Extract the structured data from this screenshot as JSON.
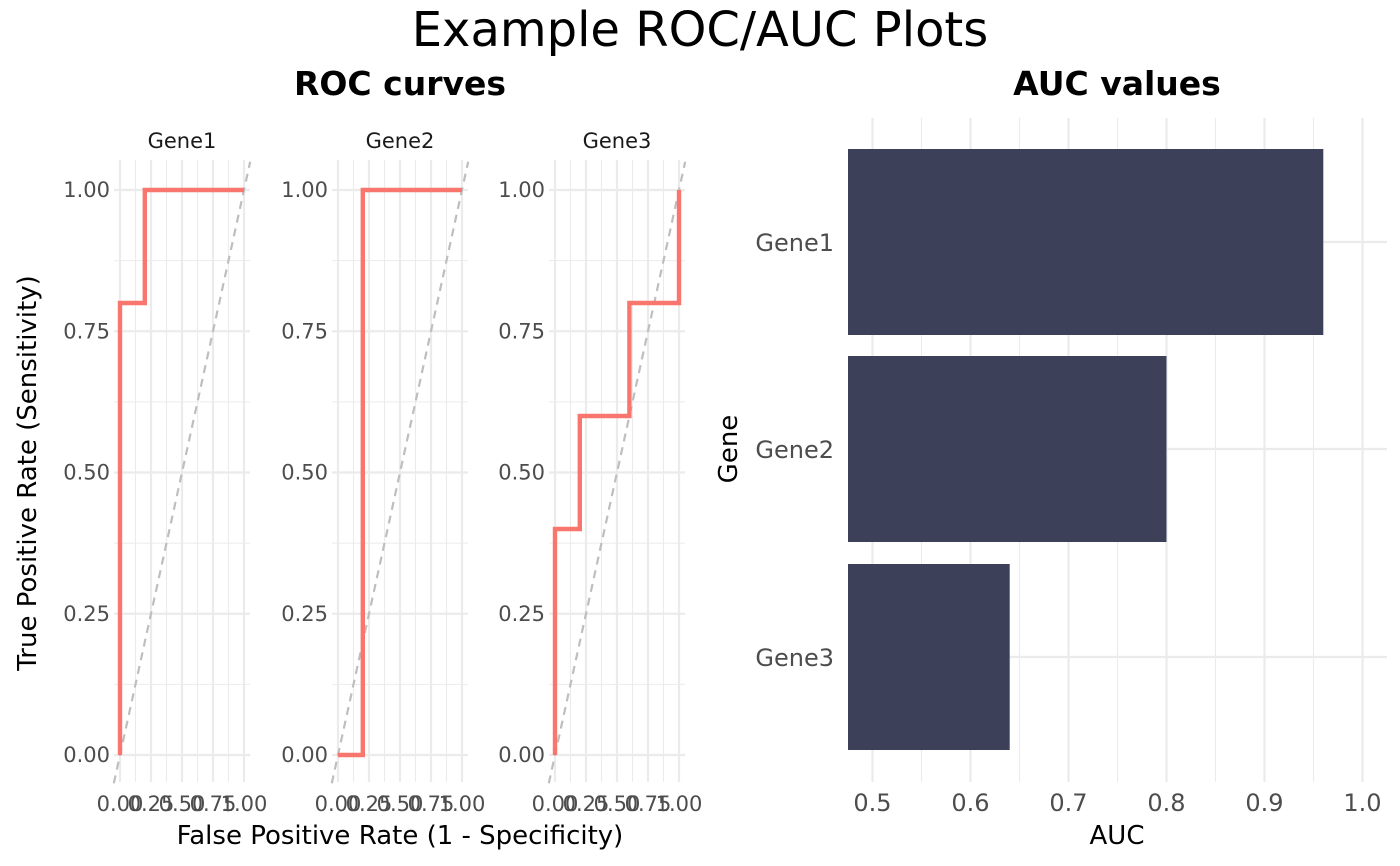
{
  "figure": {
    "title": "Example ROC/AUC Plots"
  },
  "chart_data": [
    {
      "type": "line",
      "title": "ROC curves",
      "xlabel": "False Positive Rate (1 - Specificity)",
      "ylabel": "True Positive Rate (Sensitivity)",
      "xlim": [
        0,
        1
      ],
      "ylim": [
        0,
        1
      ],
      "x_ticks": [
        "0.00",
        "0.25",
        "0.50",
        "0.75",
        "1.00"
      ],
      "y_ticks": [
        "0.00",
        "0.25",
        "0.50",
        "0.75",
        "1.00"
      ],
      "reference_line": "diagonal y = x (dashed grey)",
      "line_color": "#F8766D",
      "facets": [
        {
          "name": "Gene1",
          "x": [
            0,
            0,
            0,
            0.2,
            0.2,
            1.0
          ],
          "y": [
            0,
            0.8,
            0.8,
            0.8,
            1.0,
            1.0
          ]
        },
        {
          "name": "Gene2",
          "x": [
            0,
            0.2,
            0.2,
            1.0
          ],
          "y": [
            0,
            0,
            1.0,
            1.0
          ]
        },
        {
          "name": "Gene3",
          "x": [
            0,
            0,
            0.2,
            0.2,
            0.6,
            0.6,
            1.0,
            1.0
          ],
          "y": [
            0,
            0.4,
            0.4,
            0.6,
            0.6,
            0.8,
            0.8,
            1.0
          ]
        }
      ]
    },
    {
      "type": "bar",
      "orientation": "horizontal",
      "title": "AUC values",
      "xlabel": "AUC",
      "ylabel": "Gene",
      "categories": [
        "Gene1",
        "Gene2",
        "Gene3"
      ],
      "values": [
        0.96,
        0.8,
        0.64
      ],
      "xlim": [
        0.5,
        1.0
      ],
      "x_ticks": [
        "0.5",
        "0.6",
        "0.7",
        "0.8",
        "0.9",
        "1.0"
      ],
      "bar_color": "#3C4059"
    }
  ]
}
